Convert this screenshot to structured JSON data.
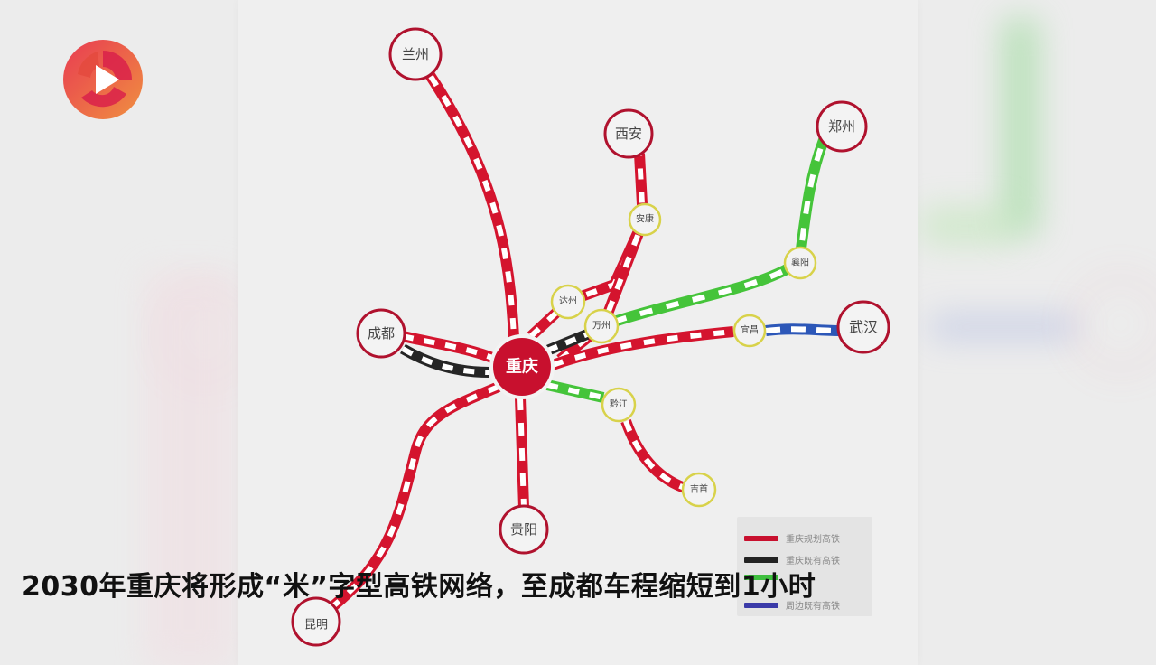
{
  "logo": {
    "name": "video-channel-logo",
    "colors": [
      "#e8364f",
      "#f0883a"
    ]
  },
  "subtitle": "2030年重庆将形成“米”字型高铁网络，至成都车程缩短到1小时",
  "diagram": {
    "center": {
      "label": "重庆",
      "color": "#c8102e"
    },
    "major_nodes": [
      {
        "id": "lanzhou",
        "label": "兰州"
      },
      {
        "id": "xian",
        "label": "西安"
      },
      {
        "id": "zhengzhou",
        "label": "郑州"
      },
      {
        "id": "chengdu",
        "label": "成都"
      },
      {
        "id": "wuhan",
        "label": "武汉"
      },
      {
        "id": "guiyang",
        "label": "贵阳"
      },
      {
        "id": "kunming",
        "label": "昆明"
      }
    ],
    "minor_nodes": [
      {
        "id": "ankang",
        "label": "安康"
      },
      {
        "id": "xiangyang",
        "label": "襄阳"
      },
      {
        "id": "dazhou",
        "label": "达州"
      },
      {
        "id": "wanzhou",
        "label": "万州"
      },
      {
        "id": "yichang",
        "label": "宜昌"
      },
      {
        "id": "qianjiang",
        "label": "黔江"
      },
      {
        "id": "jishou",
        "label": "吉首"
      }
    ],
    "lines": [
      {
        "from": "重庆",
        "to": "兰州",
        "type": "planned_cq"
      },
      {
        "from": "重庆",
        "to": "西安",
        "via": [
          "达州",
          "安康"
        ],
        "type": "planned_cq"
      },
      {
        "from": "万州",
        "to": "郑州",
        "via": [
          "襄阳"
        ],
        "type": "planned_nearby"
      },
      {
        "from": "重庆",
        "to": "成都",
        "type": "planned_cq"
      },
      {
        "from": "重庆",
        "to": "成都",
        "type": "existing_cq"
      },
      {
        "from": "重庆",
        "to": "万州",
        "type": "existing_cq"
      },
      {
        "from": "重庆",
        "to": "宜昌",
        "type": "planned_cq"
      },
      {
        "from": "宜昌",
        "to": "武汉",
        "type": "existing_nearby"
      },
      {
        "from": "重庆",
        "to": "黔江",
        "type": "planned_nearby"
      },
      {
        "from": "黔江",
        "to": "吉首",
        "type": "planned_cq"
      },
      {
        "from": "重庆",
        "to": "贵阳",
        "type": "planned_cq"
      },
      {
        "from": "重庆",
        "to": "昆明",
        "type": "planned_cq"
      }
    ]
  },
  "legend": {
    "items": [
      {
        "label": "重庆规划高铁",
        "color": "#c8102e"
      },
      {
        "label": "重庆既有高铁",
        "color": "#222222"
      },
      {
        "label": "",
        "color": "#3fbf3f"
      },
      {
        "label": "周边既有高铁",
        "color": "#3a3aa8"
      }
    ]
  },
  "colors": {
    "planned_cq": "#d4142e",
    "existing_cq": "#262626",
    "planned_nearby": "#45c43a",
    "existing_nearby": "#2c57b8",
    "major_ring": "#b0122e",
    "minor_ring": "#d8d24a"
  }
}
